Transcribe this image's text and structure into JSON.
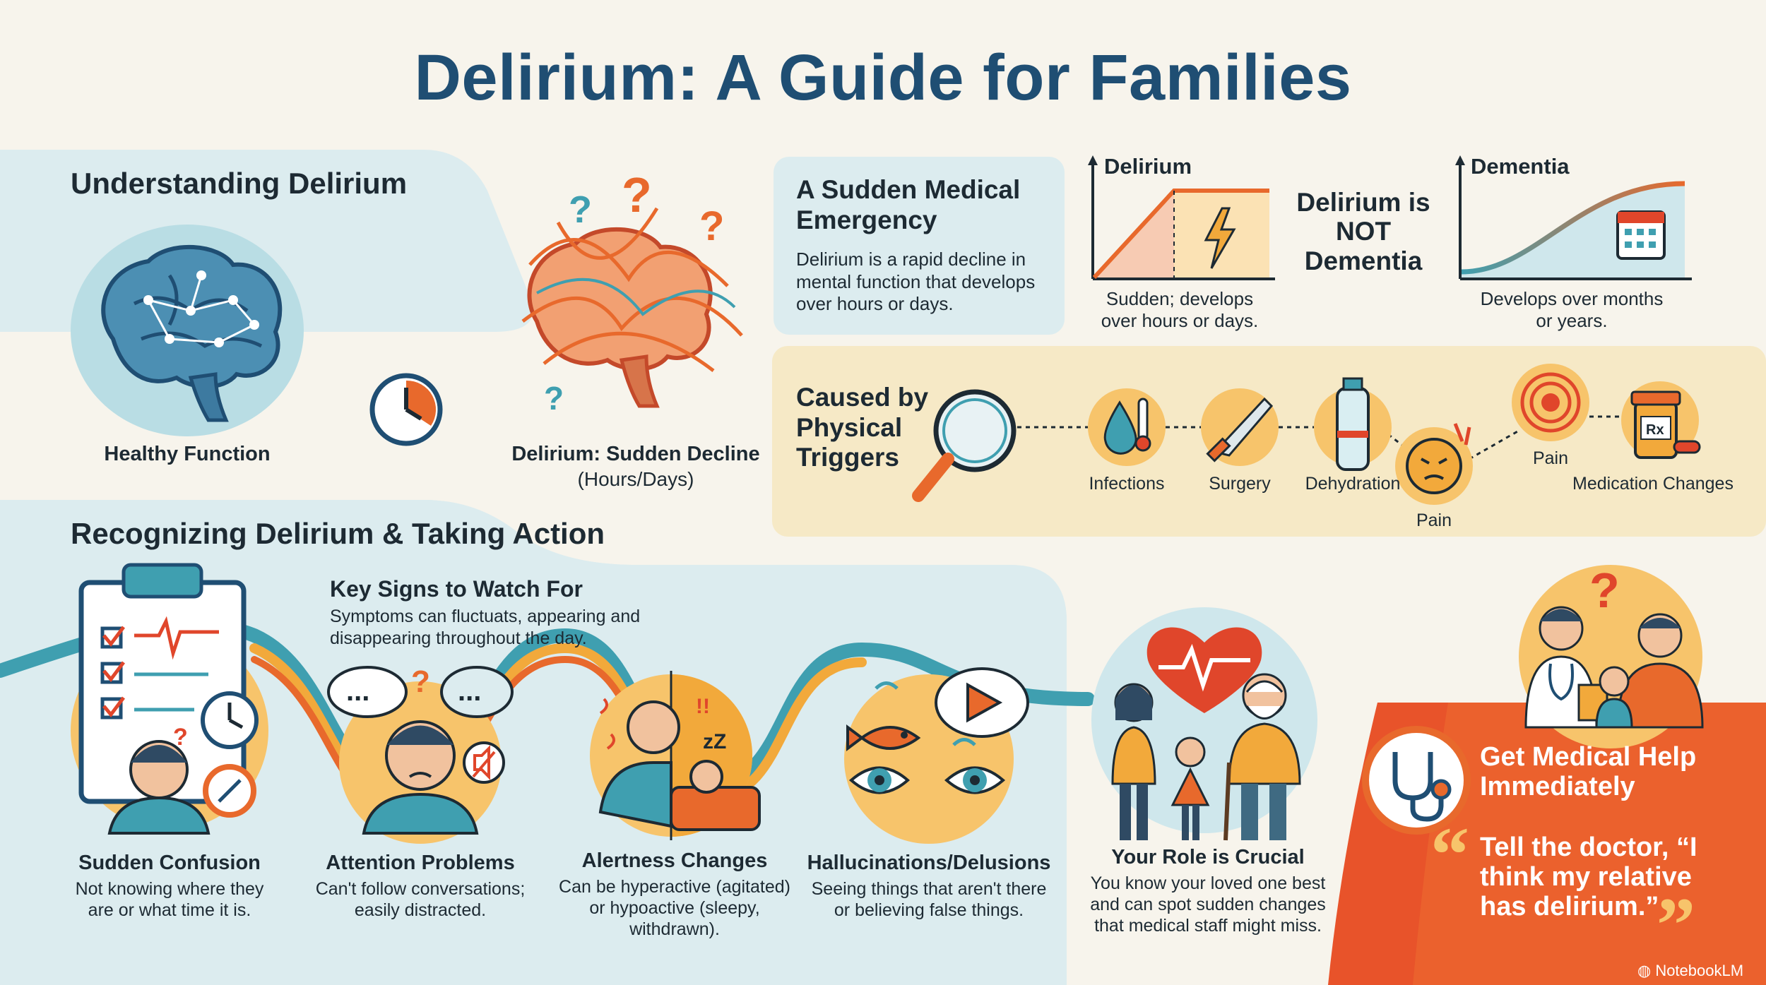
{
  "title": "Delirium: A Guide for Families",
  "understanding": {
    "heading": "Understanding Delirium",
    "healthy_label": "Healthy Function",
    "decline_label": "Delirium: Sudden Decline",
    "decline_sub": "(Hours/Days)"
  },
  "emergency": {
    "heading": "A Sudden Medical Emergency",
    "body": "Delirium is a rapid decline in mental function that develops over hours or days."
  },
  "compare": {
    "delirium_axis": "Delirium",
    "delirium_caption": "Sudden; develops over hours or days.",
    "middle": "Delirium is NOT Dementia",
    "dementia_axis": "Dementia",
    "dementia_caption": "Develops over months or years."
  },
  "triggers": {
    "heading": "Caused by Physical Triggers",
    "items": [
      "Infections",
      "Surgery",
      "Dehydration",
      "Pain",
      "Pain",
      "Medication Changes"
    ]
  },
  "recognizing": {
    "heading": "Recognizing Delirium & Taking Action",
    "key_heading": "Key Signs to Watch For",
    "key_body": "Symptoms can fluctuats, appearing and disappearing throughout the day.",
    "signs": [
      {
        "title": "Sudden Confusion",
        "desc": "Not knowing where they are or what time it is."
      },
      {
        "title": "Attention Problems",
        "desc": "Can't follow conversations; easily distracted."
      },
      {
        "title": "Alertness Changes",
        "desc": "Can be hyperactive (agitated) or hypoactive (sleepy, withdrawn)."
      },
      {
        "title": "Hallucinations/Delusions",
        "desc": "Seeing things that aren't there or believing false things."
      }
    ]
  },
  "role": {
    "heading": "Your Role is Crucial",
    "body": "You know your loved one best and can spot sudden changes that medical staff might miss."
  },
  "help": {
    "heading": "Get Medical Help Immediately",
    "quote": "Tell the doctor, “I think my relative has delirium.”",
    "open_mark": "“",
    "close_mark": "”"
  },
  "watermark": "NotebookLM",
  "colors": {
    "title": "#1f4e73",
    "teal": "#3f9fb0",
    "orange": "#e8692c",
    "red": "#e0462b",
    "tan": "#f6e9c6",
    "light_blue": "#dfeef1"
  }
}
